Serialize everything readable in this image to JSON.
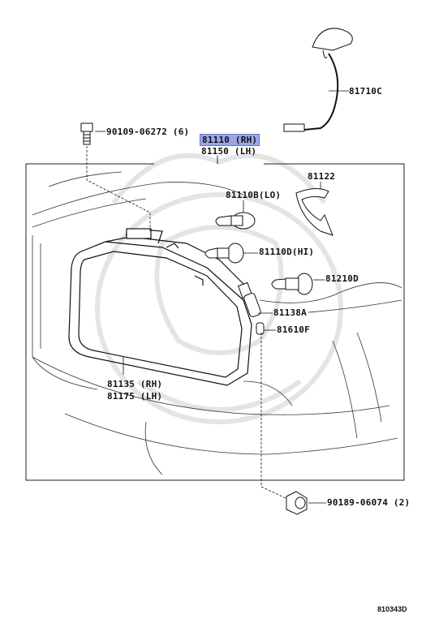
{
  "parts": {
    "antenna": "81710C",
    "bolt": "90109-06272 (6)",
    "headlamp_rh": "81110 (RH)",
    "headlamp_lh": "81150 (LH)",
    "bracket": "81122",
    "bulb_lo": "81110B(LO)",
    "bulb_hi": "81110D(HI)",
    "bulb_210": "81210D",
    "socket": "81138A",
    "bulb_small": "81610F",
    "lens_rh": "81135 (RH)",
    "lens_lh": "81175 (LH)",
    "nut": "90189-06074 (2)"
  },
  "diagram_ref": "810343D",
  "colors": {
    "highlight": "#9aa6e8",
    "ink": "#111111"
  }
}
